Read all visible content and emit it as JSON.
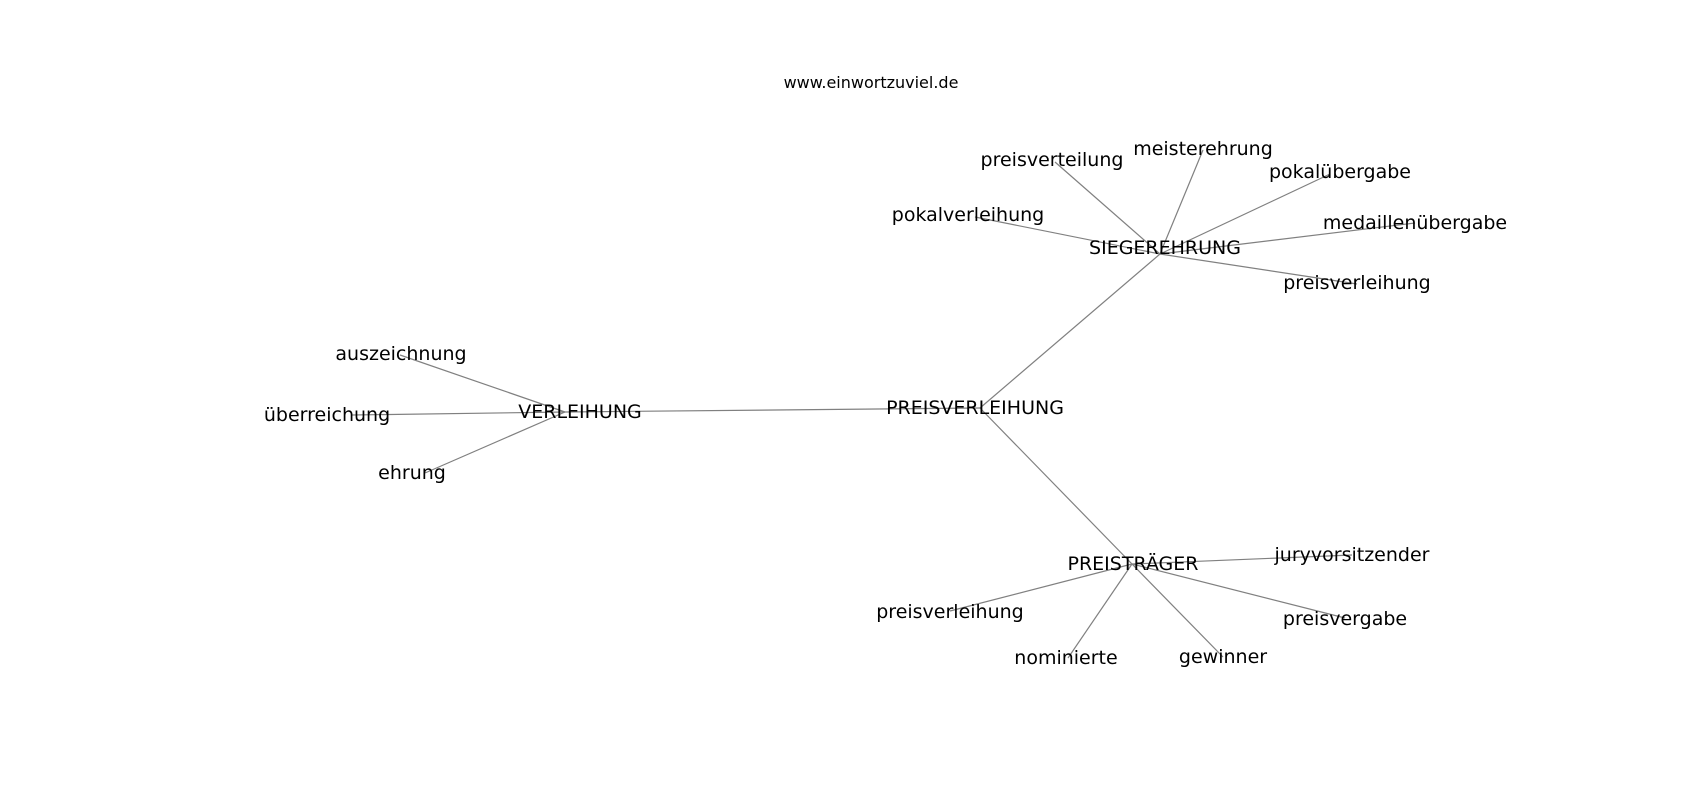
{
  "header": {
    "site_url": "www.einwortzuviel.de"
  },
  "colors": {
    "edge": "#808080",
    "text": "#000000",
    "background": "#ffffff"
  },
  "graph": {
    "center": "PREISVERLEIHUNG",
    "nodes": {
      "preisverleihung_center": "PREISVERLEIHUNG",
      "verleihung": "VERLEIHUNG",
      "siegerehrung": "SIEGEREHRUNG",
      "preistraeger": "PREISTRÄGER",
      "auszeichnung": "auszeichnung",
      "ueberreichung": "überreichung",
      "ehrung": "ehrung",
      "preisverteilung": "preisverteilung",
      "meisterehrung": "meisterehrung",
      "pokaluebergabe": "pokalübergabe",
      "pokalverleihung": "pokalverleihung",
      "medaillenuebergabe": "medaillenübergabe",
      "preisverleihung_s": "preisverleihung",
      "juryvorsitzender": "juryvorsitzender",
      "preisverleihung_p": "preisverleihung",
      "preisvergabe": "preisvergabe",
      "nominierte": "nominierte",
      "gewinner": "gewinner"
    }
  }
}
